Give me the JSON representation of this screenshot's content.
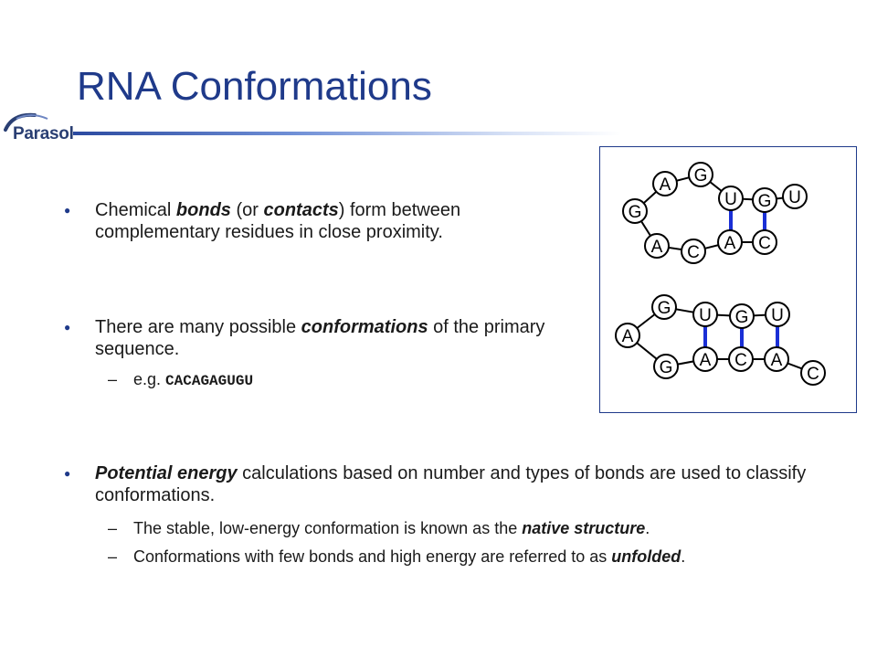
{
  "slide": {
    "title": "RNA Conformations",
    "logo_text": "Parasol"
  },
  "bullets": [
    {
      "runs": [
        {
          "text": "Chemical ",
          "style": "normal"
        },
        {
          "text": "bonds",
          "style": "bold-italic"
        },
        {
          "text": " (or ",
          "style": "normal"
        },
        {
          "text": "contacts",
          "style": "bold-italic"
        },
        {
          "text": ") form between complementary residues in close proximity.",
          "style": "normal"
        }
      ]
    },
    {
      "runs": [
        {
          "text": "There are many possible ",
          "style": "normal"
        },
        {
          "text": "conformations",
          "style": "bold-italic"
        },
        {
          "text": " of the primary sequence.",
          "style": "normal"
        }
      ],
      "sub": {
        "prefix": "e.g. ",
        "sequence": "CACAGAGUGU"
      }
    },
    {
      "runs": [
        {
          "text": "Potential energy",
          "style": "bold-italic"
        },
        {
          "text": " calculations based on number and types of bonds are used to classify conformations.",
          "style": "normal"
        }
      ],
      "subs": [
        {
          "runs": [
            {
              "text": "The stable, low-energy conformation is known as the ",
              "style": "normal"
            },
            {
              "text": "native structure",
              "style": "bold-italic"
            },
            {
              "text": ".",
              "style": "normal"
            }
          ]
        },
        {
          "runs": [
            {
              "text": "Conformations with few bonds and high energy are referred to as ",
              "style": "normal"
            },
            {
              "text": "unfolded",
              "style": "bold-italic"
            },
            {
              "text": ".",
              "style": "normal"
            }
          ]
        }
      ]
    }
  ],
  "diagram": {
    "top": [
      "A",
      "G",
      "G",
      "A",
      "C",
      "U",
      "A",
      "G",
      "C",
      "U"
    ],
    "bottom": [
      "A",
      "G",
      "G",
      "U",
      "A",
      "G",
      "C",
      "U",
      "A",
      "C"
    ]
  }
}
